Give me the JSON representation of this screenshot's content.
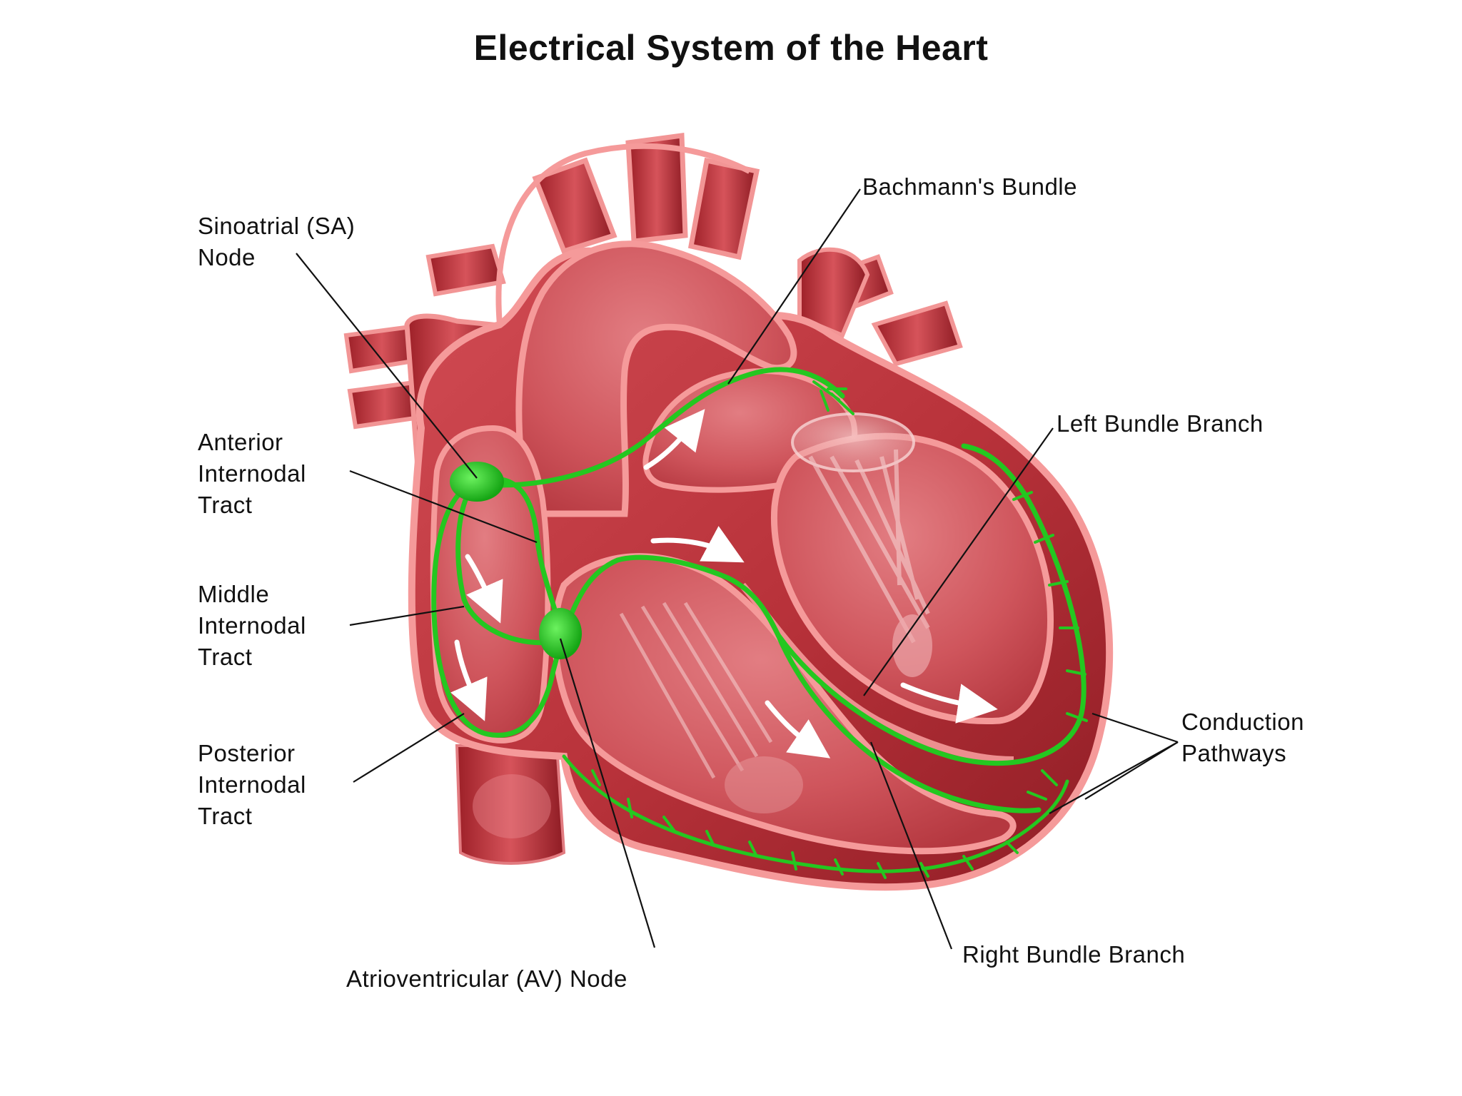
{
  "title": "Electrical System of the Heart",
  "labels": {
    "sa_node": [
      "Sinoatrial (SA)",
      "Node"
    ],
    "anterior_tract": [
      "Anterior",
      "Internodal",
      "Tract"
    ],
    "middle_tract": [
      "Middle",
      "Internodal",
      "Tract"
    ],
    "posterior_tract": [
      "Posterior",
      "Internodal",
      "Tract"
    ],
    "av_node": "Atrioventricular (AV) Node",
    "bachmanns_bundle": "Bachmann's Bundle",
    "left_bundle_branch": "Left Bundle Branch",
    "conduction_pathways": [
      "Conduction",
      "Pathways"
    ],
    "right_bundle_branch": "Right Bundle Branch"
  },
  "colors": {
    "background": "#ffffff",
    "myocardium_dark": "#a3262d",
    "myocardium_mid": "#c9494f",
    "myocardium_edge": "#f08a8a",
    "chamber_interior": "#d8646a",
    "conduction_green": "#22c71f",
    "flow_arrow": "#ffffff",
    "leader_line": "#111111"
  }
}
